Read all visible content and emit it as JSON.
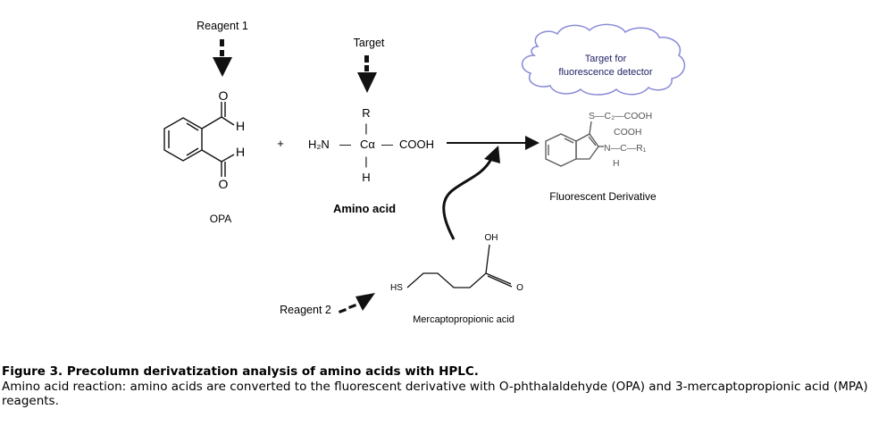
{
  "labels": {
    "reagent1": "Reagent 1",
    "target": "Target",
    "reagent2": "Reagent 2",
    "opa": "OPA",
    "plus": "+",
    "amino_acid": "Amino acid",
    "mpa": "Mercaptopropionic acid",
    "fluorescent_derivative": "Fluorescent Derivative",
    "cloud_line1": "Target for",
    "cloud_line2": "fluorescence detector"
  },
  "opa_atoms": {
    "o_top": "O",
    "h_top": "H",
    "h_bottom": "H",
    "o_bottom": "O"
  },
  "amino_atoms": {
    "r": "R",
    "bar_top": "|",
    "h2n": "H₂N",
    "dash_left": "—",
    "c_alpha": "Cα",
    "dash_right": "—",
    "cooh": "COOH",
    "bar_bottom": "|",
    "h": "H"
  },
  "mpa_atoms": {
    "oh": "OH",
    "hs": "HS",
    "o": "O"
  },
  "derivative_atoms": {
    "s_chain": "S—C₂—COOH",
    "cooh": "COOH",
    "n_chain": "N—C—R₁",
    "h": "H"
  },
  "caption": {
    "title": "Figure 3. Precolumn derivatization analysis of amino acids with HPLC.",
    "body": "Amino acid reaction: amino acids are converted to the fluorescent derivative with O-phthalaldehyde (OPA) and 3-mercaptopropionic acid (MPA) reagents."
  },
  "colors": {
    "cloud_outline": "#8a8ad8",
    "cloud_text": "#222266",
    "derivative": "#555555",
    "arrow": "#111111"
  }
}
